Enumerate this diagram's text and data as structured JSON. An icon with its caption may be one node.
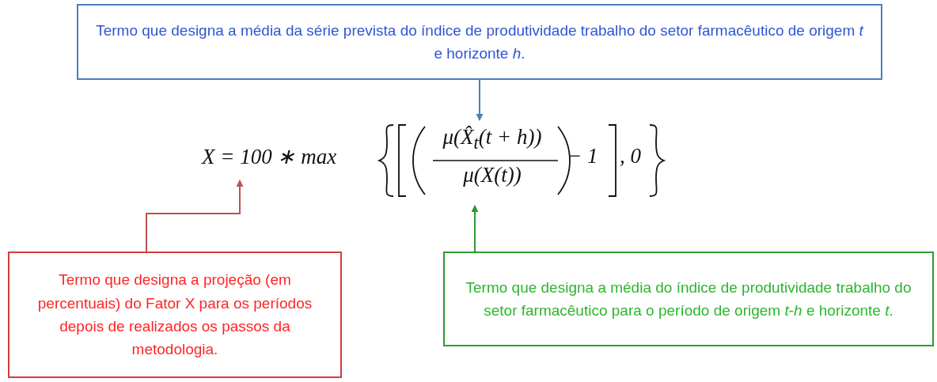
{
  "diagram": {
    "nodes": [
      {
        "text": [
          "Termo que designa a média da série prevista do índice de produtividade trabalho do setor farmacêutico de origem *t* e horizonte *h*."
        ]
      },
      {
        "text": [
          "X = 100 ∗ max",
          "μ(X̂$_{t}$(t + h))",
          "μ(X(t))",
          "− 1",
          ", 0"
        ]
      },
      {
        "text": [
          "Termo que designa a projeção (em percentuais) do Fator X para os períodos depois de realizados os passos da metodologia."
        ]
      },
      {
        "text": [
          "Termo que designa a média do índice de produtividade trabalho do setor farmacêutico para o período de origem *t*-*h* e horizonte *t*."
        ]
      }
    ],
    "edges": [
      {
        "from": 0,
        "to": 1,
        "arrow": "to",
        "color": "#4a7ebb"
      },
      {
        "from": 2,
        "to": 1,
        "arrow": "to",
        "color": "#c0504d"
      },
      {
        "from": 3,
        "to": 1,
        "arrow": "to",
        "color": "#2e9a2e"
      }
    ]
  }
}
